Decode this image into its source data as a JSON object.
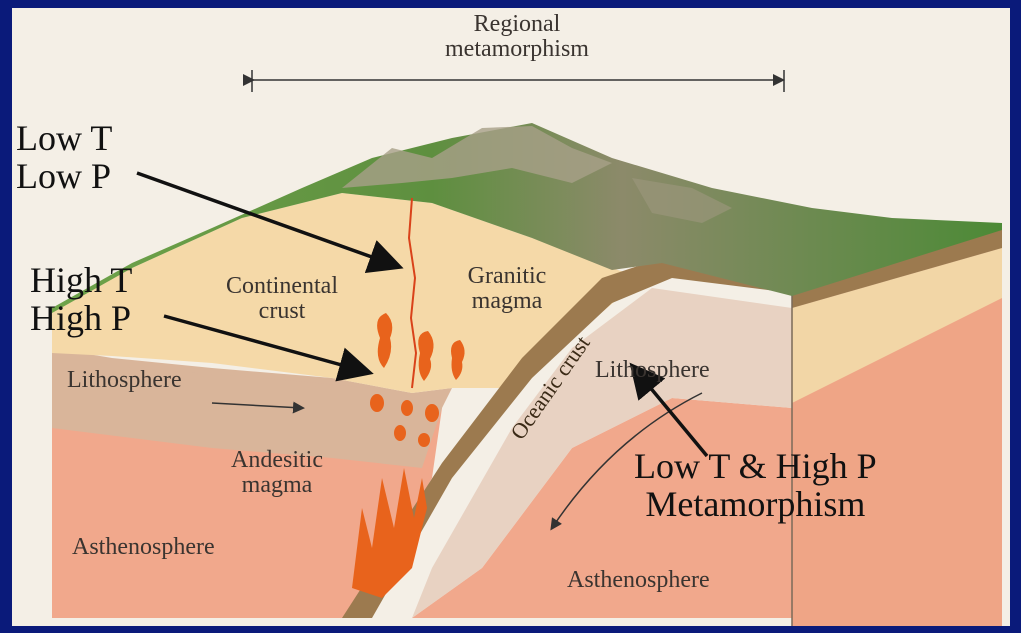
{
  "title_bracket": {
    "line1": "Regional",
    "line2": "metamorphism"
  },
  "layers": {
    "continental_crust": {
      "line1": "Continental",
      "line2": "crust"
    },
    "granitic_magma": {
      "line1": "Granitic",
      "line2": "magma"
    },
    "lithosphere_left": "Lithosphere",
    "lithosphere_right": "Lithosphere",
    "oceanic_crust": "Oceanic crust",
    "andesitic_magma": {
      "line1": "Andesitic",
      "line2": "magma"
    },
    "asthenosphere_left": "Asthenosphere",
    "asthenosphere_right": "Asthenosphere"
  },
  "annotations": {
    "low_t_low_p": {
      "line1": "Low T",
      "line2": "Low P"
    },
    "high_t_high_p": {
      "line1": "High T",
      "line2": "High P"
    },
    "low_t_high_p": {
      "line1": "Low T & High P",
      "line2": "Metamorphism"
    }
  },
  "colors": {
    "background": "#0a1a7a",
    "paper": "#f4efe6",
    "continental_crust": "#f5d9a8",
    "lithosphere": "#d9b59a",
    "asthenosphere": "#f1a88c",
    "oceanic_crust": "#9c7a4f",
    "magma": "#e8631c",
    "vegetation": "#4f8a37"
  }
}
